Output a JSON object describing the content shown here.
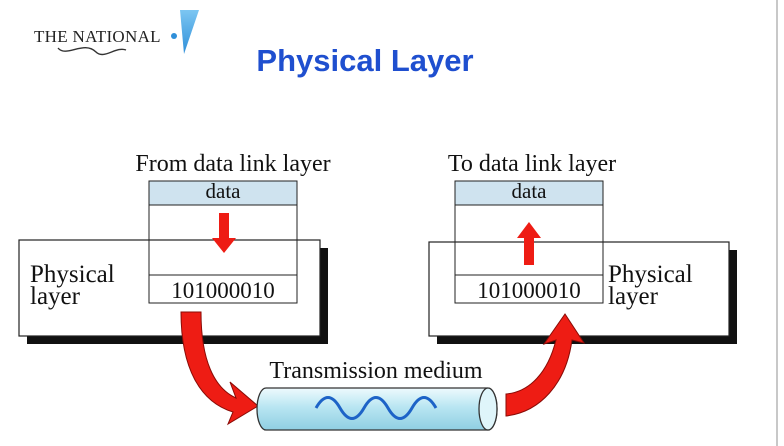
{
  "header": {
    "logo_text": "THE NATIONAL",
    "title": "Physical Layer"
  },
  "sender": {
    "caption": "From data link layer",
    "data_label": "data",
    "layer_label_line1": "Physical",
    "layer_label_line2": "layer",
    "bits": "101000010"
  },
  "receiver": {
    "caption": "To data link layer",
    "data_label": "data",
    "layer_label_line1": "Physical",
    "layer_label_line2": "layer",
    "bits": "101000010"
  },
  "medium": {
    "label": "Transmission medium"
  },
  "colors": {
    "title_blue": "#1f4fcf",
    "data_box_fill": "#cfe3ef",
    "arrow_red": "#ee1c14",
    "tube_fill": "#c8ecf5",
    "wave_blue": "#1d63c7",
    "logo_blue": "#4aa9e6",
    "shadow": "#111111"
  }
}
